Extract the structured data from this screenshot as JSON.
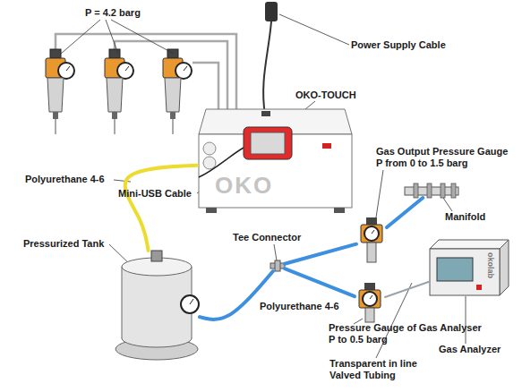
{
  "diagram": {
    "nodes": [
      {
        "text": [
          "OKO"
        ]
      },
      {
        "text": [
          "OKO-TOUCH"
        ],
        "in": 0
      },
      {
        "text": [
          "Pressurized Tank"
        ]
      },
      {
        "text": [
          "Tee Connector"
        ]
      },
      {
        "text": [
          "Gas Output Pressure Gauge P from 0 to 1.5 barg"
        ]
      },
      {
        "text": [
          "Manifold"
        ]
      },
      {
        "text": [
          "Pressure Gauge of Gas Analyser P to 0.5 barg"
        ]
      },
      {
        "text": [
          "okolab",
          "Gas Analyzer"
        ]
      }
    ],
    "edges": [
      {
        "from": 0,
        "to": 2,
        "arrow": "none",
        "label": "Polyurethane 4-6"
      },
      {
        "from": 2,
        "to": 3,
        "arrow": "none",
        "label": "Polyurethane 4-6"
      },
      {
        "from": 3,
        "to": 4,
        "arrow": "none"
      },
      {
        "from": 4,
        "to": 5,
        "arrow": "none"
      },
      {
        "from": 3,
        "to": 6,
        "arrow": "none"
      },
      {
        "from": 6,
        "to": 7,
        "arrow": "none"
      }
    ],
    "labels": [
      "P = 4.2 barg",
      "Power Supply Cable",
      "Mini-USB Cable",
      "Transparent in line Valved Tubing"
    ]
  }
}
